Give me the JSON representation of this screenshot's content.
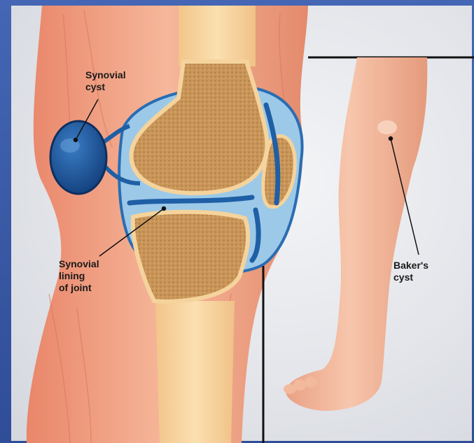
{
  "labels": {
    "synovial_cyst": [
      "Synovial",
      "cyst"
    ],
    "synovial_lining": [
      "Synovial",
      "lining",
      "of joint"
    ],
    "bakers_cyst": [
      "Baker's",
      "cyst"
    ]
  },
  "colors": {
    "frame_blue": "#3f5fa8",
    "skin": "#f0a98c",
    "bone": "#c9955a",
    "synovial_fluid": "#1f5fa6",
    "lining": "#8fc3e6"
  }
}
